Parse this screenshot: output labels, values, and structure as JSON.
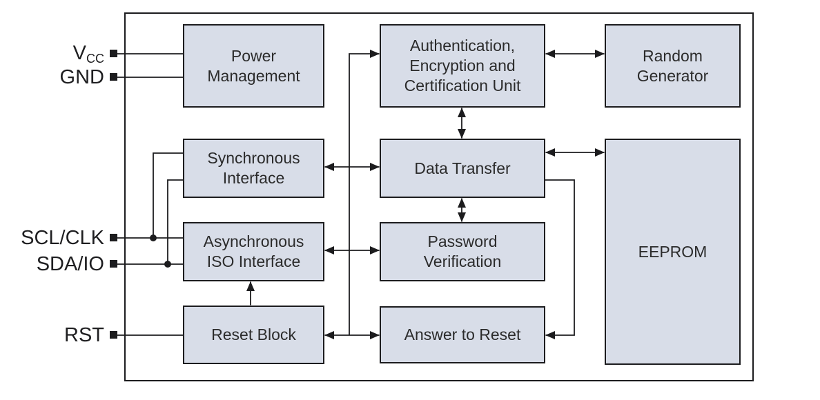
{
  "figure": {
    "type": "block-diagram",
    "colors": {
      "block_fill": "#d8dde8",
      "stroke": "#1c1c1e",
      "text": "#2b2b2b",
      "background": "#ffffff"
    },
    "pins": {
      "vcc": {
        "base": "V",
        "sub": "CC"
      },
      "gnd": {
        "label": "GND"
      },
      "scl_clk": {
        "label": "SCL/CLK"
      },
      "sda_io": {
        "label": "SDA/IO"
      },
      "rst": {
        "label": "RST"
      }
    },
    "blocks": {
      "power_management": {
        "label": "Power Management"
      },
      "auth_unit": {
        "label": "Authentication, Encryption and Certification Unit"
      },
      "random_generator": {
        "label": "Random Generator"
      },
      "sync_interface": {
        "label": "Synchronous Interface"
      },
      "data_transfer": {
        "label": "Data Transfer"
      },
      "eeprom": {
        "label": "EEPROM"
      },
      "async_iso_interface": {
        "label": "Asynchronous ISO Interface"
      },
      "password_verification": {
        "label": "Password Verification"
      },
      "reset_block": {
        "label": "Reset Block"
      },
      "answer_to_reset": {
        "label": "Answer to Reset"
      }
    },
    "connections": [
      {
        "from": "vcc_pin",
        "to": "power_management",
        "type": "line"
      },
      {
        "from": "gnd_pin",
        "to": "power_management",
        "type": "line"
      },
      {
        "from": "scl_clk_pin",
        "to": "async_iso_interface",
        "type": "line"
      },
      {
        "from": "scl_clk_pin",
        "to": "sync_interface",
        "type": "line"
      },
      {
        "from": "sda_io_pin",
        "to": "async_iso_interface",
        "type": "line"
      },
      {
        "from": "sda_io_pin",
        "to": "sync_interface",
        "type": "line"
      },
      {
        "from": "rst_pin",
        "to": "reset_block",
        "type": "line"
      },
      {
        "from": "auth_unit",
        "to": "random_generator",
        "type": "bidirectional"
      },
      {
        "from": "auth_unit",
        "to": "data_transfer",
        "type": "bidirectional"
      },
      {
        "from": "sync_interface",
        "to": "data_transfer",
        "type": "bidirectional"
      },
      {
        "from": "data_transfer",
        "to": "eeprom",
        "type": "bidirectional"
      },
      {
        "from": "data_transfer",
        "to": "password_verification",
        "type": "bidirectional"
      },
      {
        "from": "async_iso_interface",
        "to": "password_verification",
        "type": "bidirectional"
      },
      {
        "from": "reset_block",
        "to": "answer_to_reset",
        "type": "bidirectional"
      },
      {
        "from": "reset_answer_bus",
        "to": "auth_unit",
        "type": "arrow"
      },
      {
        "from": "reset_block",
        "to": "async_iso_interface",
        "type": "arrow"
      },
      {
        "from": "data_transfer",
        "to": "answer_to_reset",
        "type": "arrow"
      }
    ]
  }
}
